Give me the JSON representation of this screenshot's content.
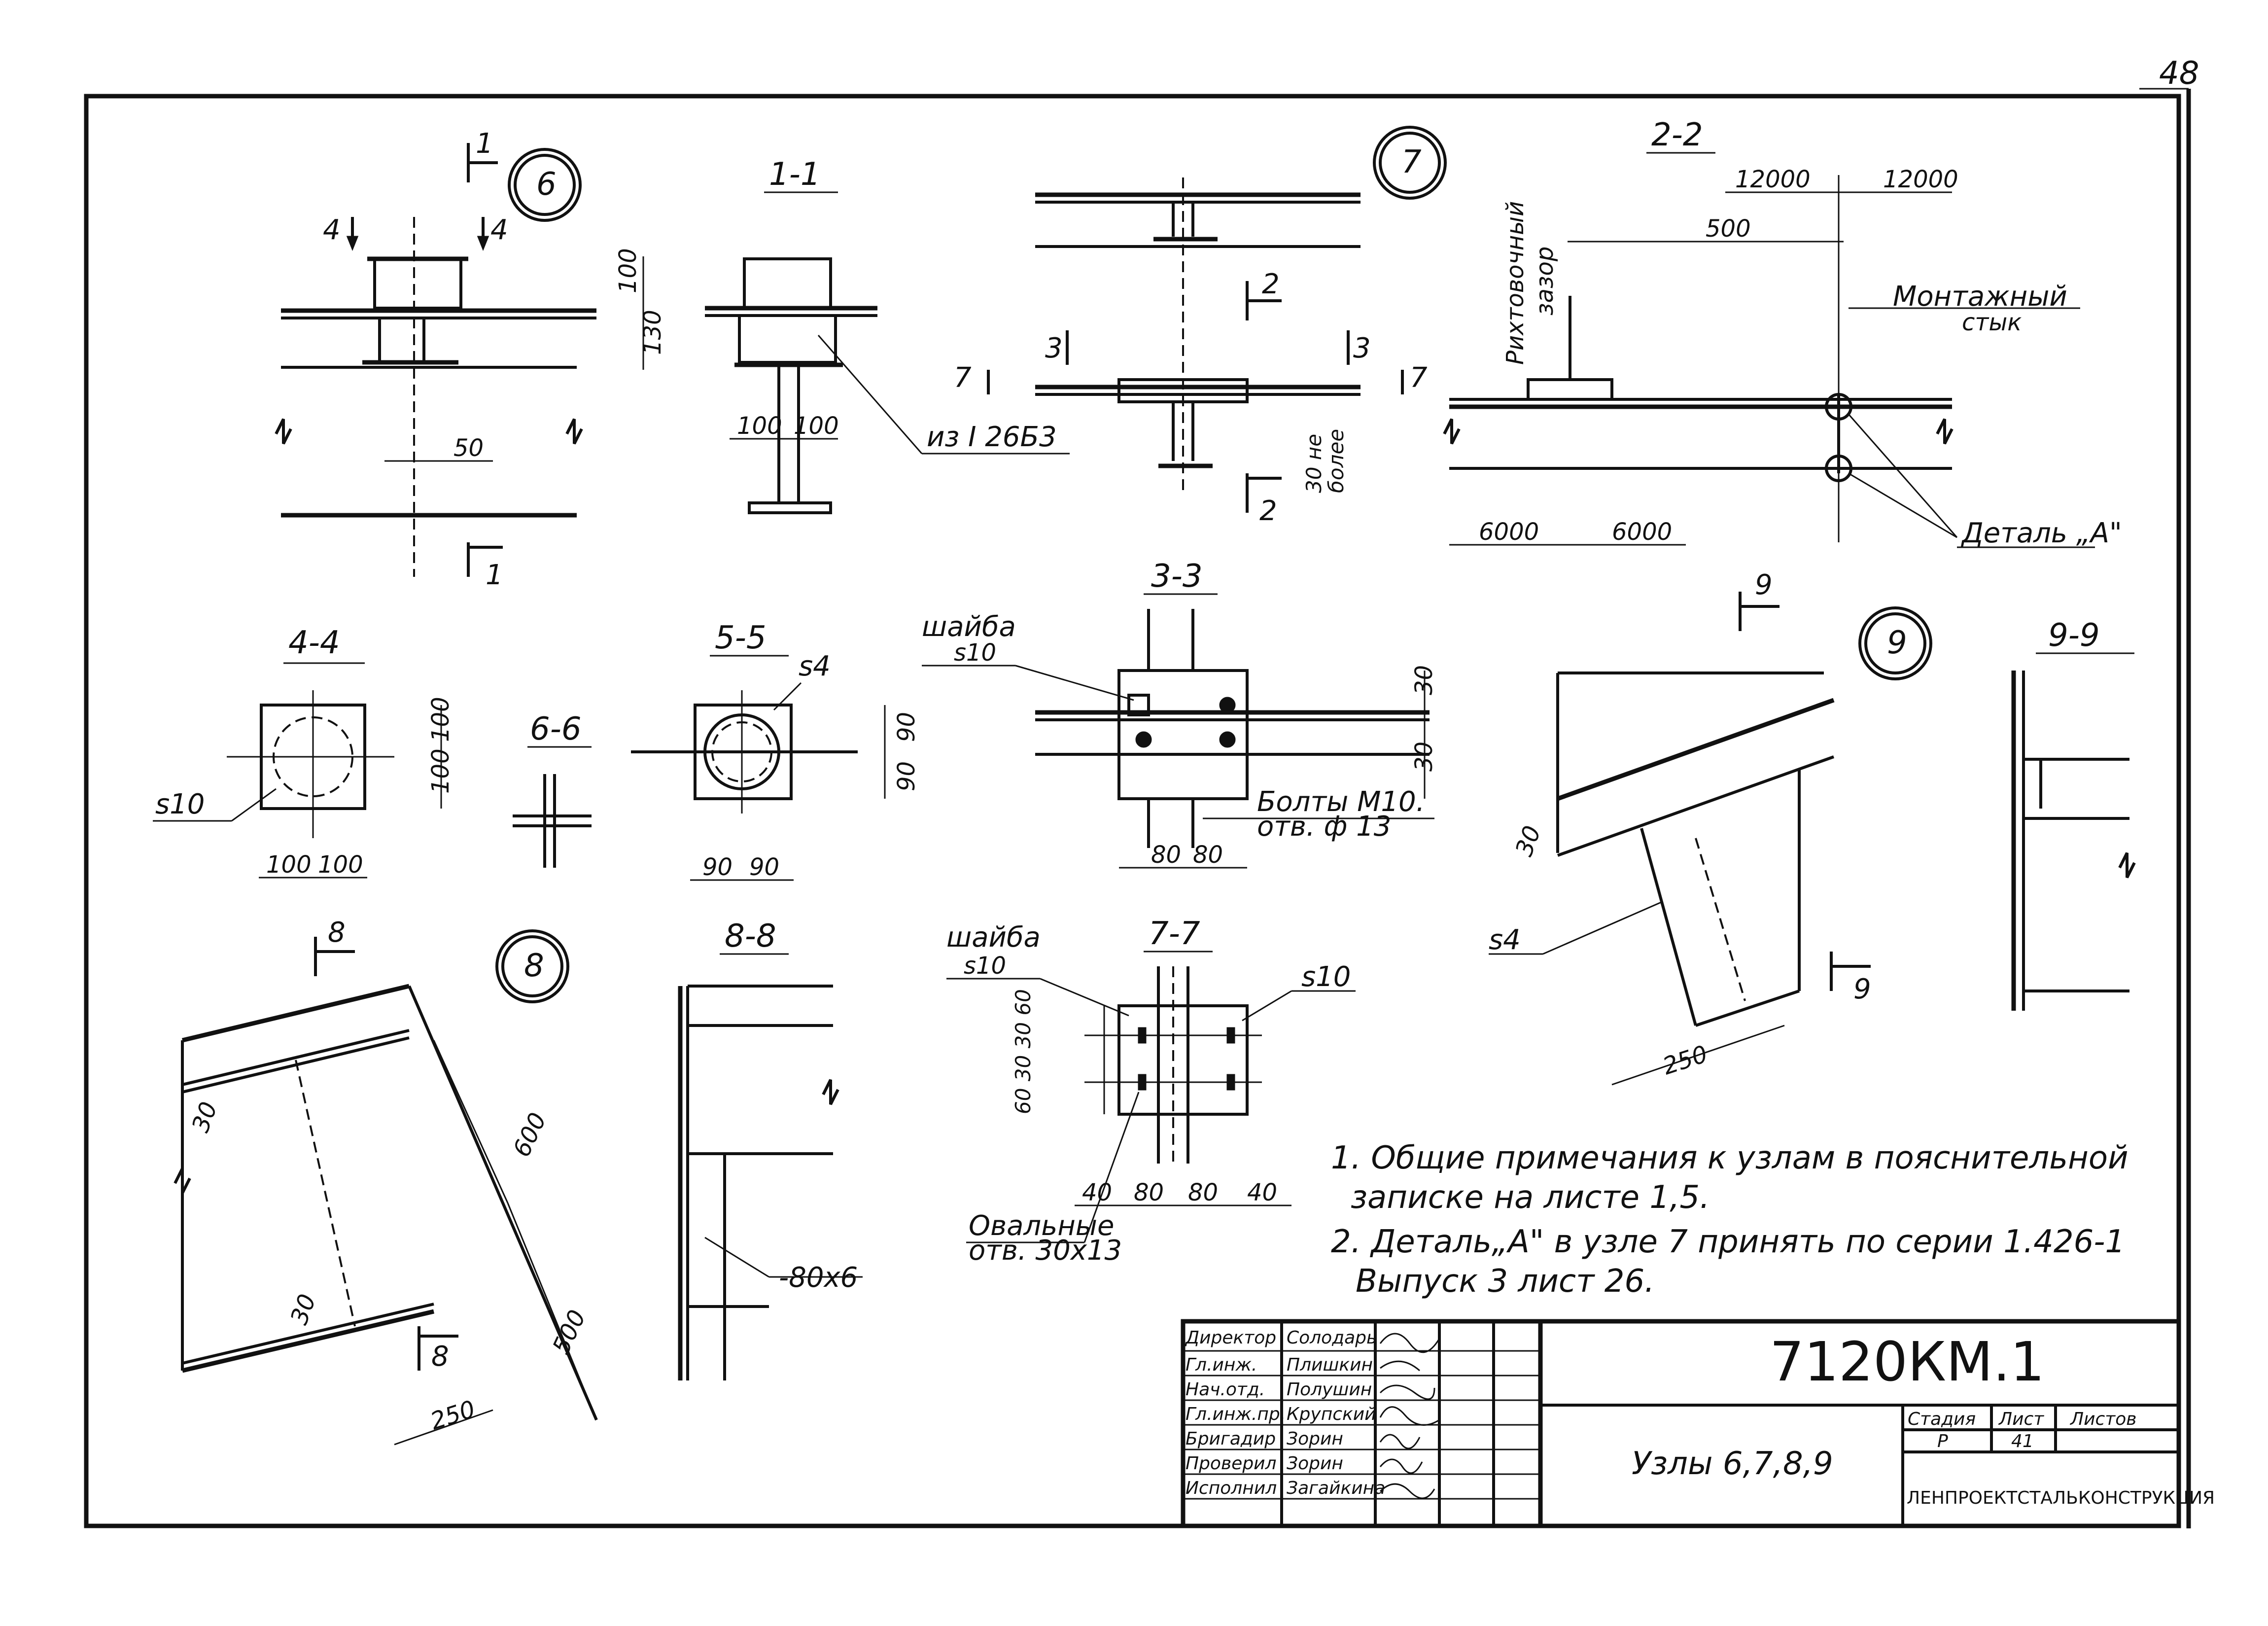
{
  "sheet": {
    "page_number": "48"
  },
  "views": {
    "node6": {
      "marker": "6",
      "cut1": "1",
      "cut4a": "4",
      "cut4b": "4",
      "dim_100": "100",
      "dim_130": "130",
      "dim_50": "50"
    },
    "sec11": {
      "title": "1-1",
      "dim_a": "100",
      "dim_b": "100",
      "note": "из I 26Б3"
    },
    "node7": {
      "marker": "7",
      "cut2": "2",
      "cut3a": "3",
      "cut3b": "3",
      "cut7a": "7",
      "cut7b": "7",
      "note_30": "30 не",
      "note_more": "более"
    },
    "sec22": {
      "title": "2-2",
      "dim_12000a": "12000",
      "dim_12000b": "12000",
      "dim_500": "500",
      "dim_6000a": "6000",
      "dim_6000b": "6000",
      "gap_label": "Рихтовочный",
      "gap_label2": "зазор",
      "joint_label": "Монтажный",
      "joint_label2": "стык",
      "detail_label": "Деталь „А\""
    },
    "sec44": {
      "title": "4-4",
      "s10": "s10",
      "d100a": "100",
      "d100b": "100",
      "d100c": "100",
      "d100d": "100"
    },
    "sec55": {
      "title": "5-5",
      "s4": "s4",
      "d90a": "90",
      "d90b": "90",
      "d90c": "90",
      "d90d": "90"
    },
    "sec66": {
      "title": "6-6"
    },
    "sec33": {
      "title": "3-3",
      "washer": "шайба",
      "washer_s": "s10",
      "d30a": "30",
      "d30b": "30",
      "bolts": "Болты М10.",
      "holes": "отв. ф 13",
      "d80a": "80",
      "d80b": "80"
    },
    "node9": {
      "marker": "9",
      "cut9a": "9",
      "cut9b": "9",
      "d30": "30",
      "s4": "s4",
      "d250": "250"
    },
    "sec99": {
      "title": "9-9"
    },
    "node8": {
      "marker": "8",
      "cut8a": "8",
      "cut8b": "8",
      "d30a": "30",
      "d30b": "30",
      "d600": "600",
      "d500": "500",
      "d250": "250"
    },
    "sec88": {
      "title": "8-8",
      "plate": "-80х6"
    },
    "sec77": {
      "title": "7-7",
      "washer": "шайба",
      "washer_s": "s10",
      "s10": "s10",
      "dims_v": "60 30 30 60",
      "d40a": "40",
      "d80a": "80",
      "d80b": "80",
      "d40b": "40",
      "oval": "Овальные",
      "oval2": "отв. 30х13"
    }
  },
  "notes": [
    "1. Общие примечания к узлам в пояснительной",
    "записке на листе 1,5.",
    "2. Деталь„А\" в узле 7 принять по серии 1.426-1",
    "Выпуск 3 лист 26."
  ],
  "stamp": {
    "rows": [
      {
        "role": "Директор",
        "name": "Солодарь"
      },
      {
        "role": "Гл.инж.",
        "name": "Плишкин"
      },
      {
        "role": "Нач.отд.",
        "name": "Полушин"
      },
      {
        "role": "Гл.инж.пр.",
        "name": "Крупский"
      },
      {
        "role": "Бригадир",
        "name": "Зорин"
      },
      {
        "role": "Проверил",
        "name": "Зорин"
      },
      {
        "role": "Исполнил",
        "name": "Загайкина"
      }
    ],
    "doc_code": "7120КМ.1",
    "sheet_title": "Узлы 6,7,8,9",
    "col_stage": "Стадия",
    "col_sheet": "Лист",
    "col_sheets": "Листов",
    "stage": "Р",
    "sheet_no": "41",
    "org": "ЛЕНПРОЕКТСТАЛЬКОНСТРУКЦИЯ"
  }
}
